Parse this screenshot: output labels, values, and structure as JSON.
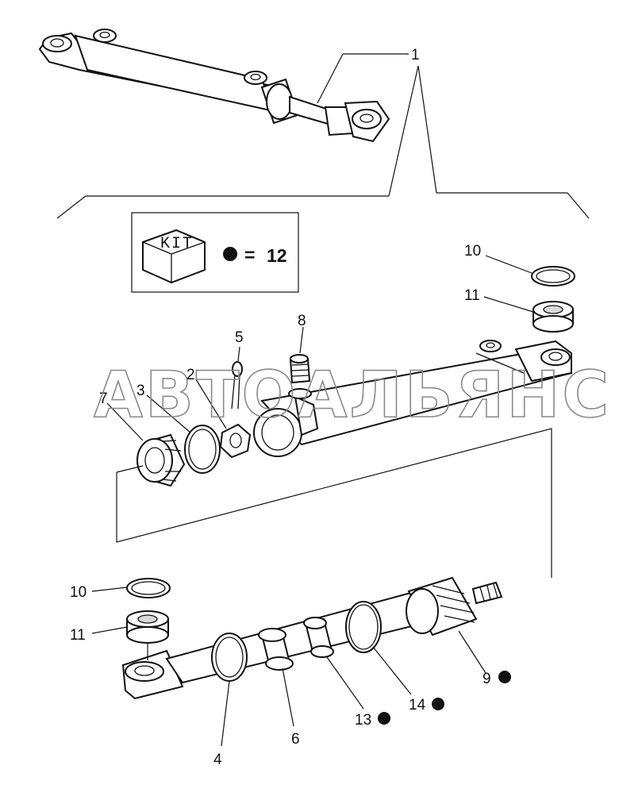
{
  "watermark": "АВТОАЛЬЯНС",
  "kit": {
    "label": "KIT",
    "equals": "=",
    "ref": "12",
    "marker_color": "#111111"
  },
  "callouts": {
    "c1": "1",
    "c2": "2",
    "c3": "3",
    "c4": "4",
    "c5": "5",
    "c6": "6",
    "c7": "7",
    "c8": "8",
    "c9": "9",
    "c10a": "10",
    "c10b": "10",
    "c11a": "11",
    "c11b": "11",
    "c13": "13",
    "c14": "14"
  }
}
